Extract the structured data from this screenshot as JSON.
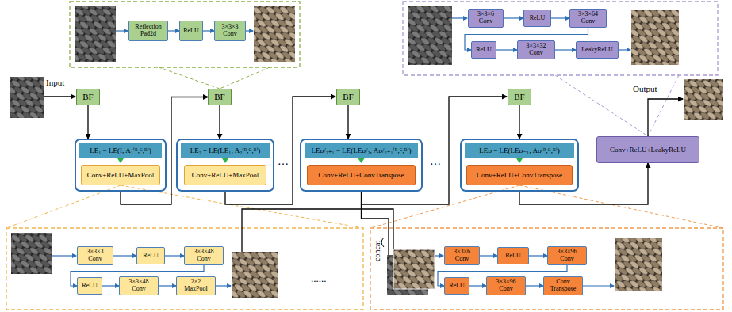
{
  "diagram": {
    "nodes": [
      {
        "text": [
          "BF"
        ]
      },
      {
        "text": [
          "LE₁ = LE(I; A₁⁽ᴿ,ᴳ,ᴮ⁾)"
        ]
      },
      {
        "text": [
          "Conv+ReLU+MaxPool"
        ],
        "in": 1
      },
      {
        "text": [
          "BF"
        ]
      },
      {
        "text": [
          "LE₂ = LE(LE₁; A₂⁽ᴿ,ᴳ,ᴮ⁾)"
        ]
      },
      {
        "text": [
          "Conv+ReLU+MaxPool"
        ],
        "in": 4
      },
      {
        "text": [
          "BF"
        ]
      },
      {
        "text": [
          "LEᴅ/₂₊₁ = LE(LEᴅ/₂; Aᴅ/₂₊₁⁽ᴿ,ᴳ,ᴮ⁾)"
        ]
      },
      {
        "text": [
          "Conv+ReLU+ConvTranspose"
        ],
        "in": 7
      },
      {
        "text": [
          "BF"
        ]
      },
      {
        "text": [
          "LEᴅ = LE(LEᴅ₋₁; Aᴅ⁽ᴿ,ᴳ,ᴮ⁾)"
        ]
      },
      {
        "text": [
          "Conv+ReLU+ConvTranspose"
        ],
        "in": 10
      },
      {
        "text": [
          "Conv+ReLU+LeakyReLU"
        ]
      },
      {
        "text": [
          "Reflection Pad2d"
        ]
      },
      {
        "text": [
          "ReLU"
        ]
      },
      {
        "text": [
          "3×3×3 Conv"
        ]
      },
      {
        "text": [
          "3×3×6 Conv"
        ]
      },
      {
        "text": [
          "ReLU"
        ]
      },
      {
        "text": [
          "3×3×64 Conv"
        ]
      },
      {
        "text": [
          "ReLU"
        ]
      },
      {
        "text": [
          "3×3×32 Conv"
        ]
      },
      {
        "text": [
          "LeakyReLU"
        ]
      },
      {
        "text": [
          "3×3×3 Conv"
        ]
      },
      {
        "text": [
          "ReLU"
        ]
      },
      {
        "text": [
          "3×3×48 Conv"
        ]
      },
      {
        "text": [
          "ReLU"
        ]
      },
      {
        "text": [
          "3×3×48 Conv"
        ]
      },
      {
        "text": [
          "2×2 MaxPool"
        ]
      },
      {
        "text": [
          "3×3×6 Conv"
        ]
      },
      {
        "text": [
          "ReLU"
        ]
      },
      {
        "text": [
          "3×3×96 Conv"
        ]
      },
      {
        "text": [
          "ReLU"
        ]
      },
      {
        "text": [
          "3×3×96 Conv"
        ]
      },
      {
        "text": [
          "Conv Transpose"
        ]
      }
    ],
    "edges": [
      {
        "from": 0,
        "to": 1,
        "arrow": "to"
      },
      {
        "from": 1,
        "to": 3,
        "arrow": "to"
      },
      {
        "from": 3,
        "to": 4,
        "arrow": "to"
      },
      {
        "from": 6,
        "to": 7,
        "arrow": "to"
      },
      {
        "from": 9,
        "to": 10,
        "arrow": "to"
      },
      {
        "from": 10,
        "to": 12,
        "arrow": "to"
      },
      {
        "from": 13,
        "to": 14,
        "arrow": "to"
      },
      {
        "from": 14,
        "to": 15,
        "arrow": "to"
      },
      {
        "from": 16,
        "to": 17,
        "arrow": "to"
      },
      {
        "from": 17,
        "to": 18,
        "arrow": "to"
      },
      {
        "from": 18,
        "to": 19,
        "arrow": "to"
      },
      {
        "from": 19,
        "to": 20,
        "arrow": "to"
      },
      {
        "from": 20,
        "to": 21,
        "arrow": "to"
      },
      {
        "from": 22,
        "to": 23,
        "arrow": "to"
      },
      {
        "from": 23,
        "to": 24,
        "arrow": "to"
      },
      {
        "from": 24,
        "to": 25,
        "arrow": "to"
      },
      {
        "from": 25,
        "to": 26,
        "arrow": "to"
      },
      {
        "from": 26,
        "to": 27,
        "arrow": "to"
      },
      {
        "from": 28,
        "to": 29,
        "arrow": "to"
      },
      {
        "from": 29,
        "to": 30,
        "arrow": "to"
      },
      {
        "from": 30,
        "to": 31,
        "arrow": "to"
      },
      {
        "from": 31,
        "to": 32,
        "arrow": "to"
      },
      {
        "from": 32,
        "to": 33,
        "arrow": "to"
      }
    ],
    "labels": [
      "Input",
      "Output",
      "…",
      "…",
      "......",
      "concat"
    ]
  }
}
